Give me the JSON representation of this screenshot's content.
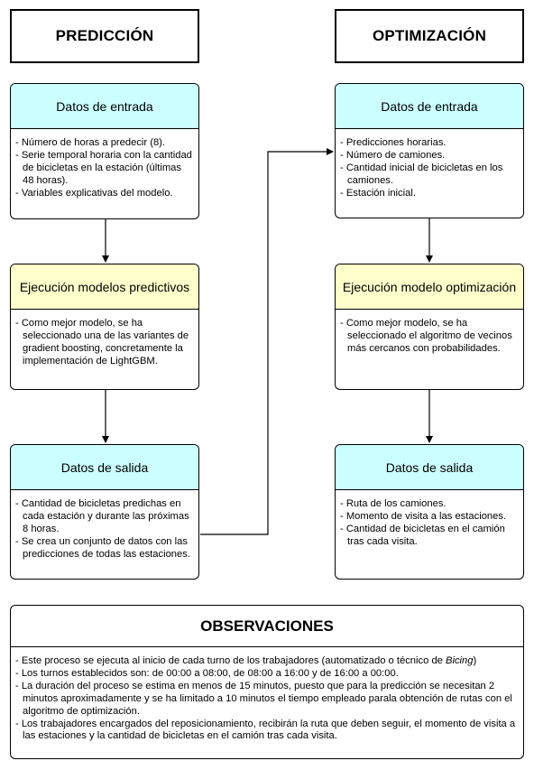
{
  "prediccion": {
    "title": "PREDICCIÓN",
    "entrada": {
      "title": "Datos de entrada",
      "items": [
        "- Número de horas a predecir (8).",
        "- Serie temporal horaria con la cantidad de bicicletas en la estación (últimas 48 horas).",
        "- Variables explicativas del modelo."
      ]
    },
    "ejecucion": {
      "title": "Ejecución modelos predictivos",
      "items": [
        "- Como mejor modelo, se ha seleccionado una de las variantes de gradient boosting, concretamente la implementación de LightGBM."
      ]
    },
    "salida": {
      "title": "Datos de salida",
      "items": [
        "- Cantidad de bicicletas predichas en cada estación y durante las próximas 8 horas.",
        "- Se crea un conjunto de datos con las predicciones de todas las estaciones."
      ]
    }
  },
  "optimizacion": {
    "title": "OPTIMIZACIÓN",
    "entrada": {
      "title": "Datos de entrada",
      "items": [
        "- Predicciones horarias.",
        "- Número de camiones.",
        "- Cantidad inicial de bicicletas en los camiones.",
        "- Estación inicial."
      ]
    },
    "ejecucion": {
      "title": "Ejecución modelo optimización",
      "items": [
        "- Como mejor modelo, se ha seleccionado el algoritmo de vecinos más cercanos con probabilidades."
      ]
    },
    "salida": {
      "title": "Datos de salida",
      "items": [
        "- Ruta de los camiones.",
        "- Momento de visita a las estaciones.",
        "- Cantidad de bicicletas en el camión tras cada visita."
      ]
    }
  },
  "observaciones": {
    "title": "OBSERVACIONES",
    "line1_prefix": "- Este proceso se ejecuta al inicio de cada turno de los trabajadores (automatizado o técnico de ",
    "line1_italic": "Bicing",
    "line1_suffix": ")",
    "items": [
      "- Los turnos establecidos son: de 00:00 a 08:00, de 08:00 a 16:00 y de 16:00 a 00:00.",
      "- La duración del proceso se estima en menos de 15 minutos, puesto que para la predicción se necesitan 2 minutos aproximadamente y se ha limitado a 10 minutos el tiempo empleado paralа obtención de rutas con el algoritmo de optimización.",
      "- Los trabajadores encargados del reposicionamiento, recibirán la ruta que deben seguir, el momento de visita a las estaciones y la cantidad de bicicletas en el camión tras cada visita."
    ]
  },
  "colors": {
    "header_cyan": "#ccffff",
    "header_yellow": "#ffffcc",
    "border": "#000000"
  }
}
